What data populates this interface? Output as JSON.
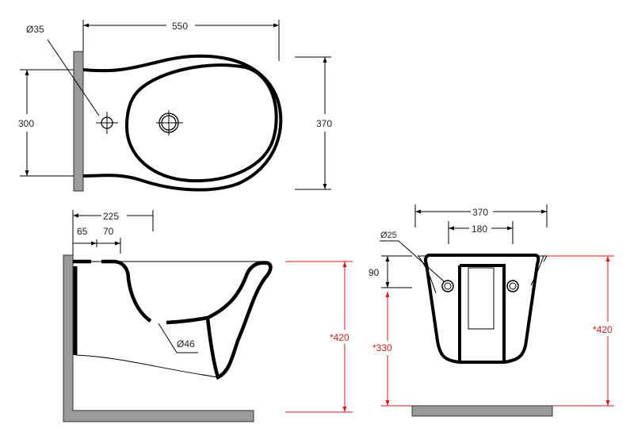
{
  "top_view": {
    "hole_diameter": "Ø35",
    "length": "550",
    "fixing_distance": "300",
    "width": "370"
  },
  "side_view": {
    "projection": "225",
    "offset_1": "65",
    "offset_2": "70",
    "waste_diameter": "Ø46",
    "height": "*420"
  },
  "front_view": {
    "width": "370",
    "fixing_spacing": "180",
    "fixing_diameter": "Ø25",
    "fixing_drop": "90",
    "fixing_height": "*330",
    "height": "*420"
  },
  "colors": {
    "outline": "#000000",
    "dimension": "#222222",
    "height_dim": "#e0161a",
    "wall": "#9a9a9a"
  }
}
